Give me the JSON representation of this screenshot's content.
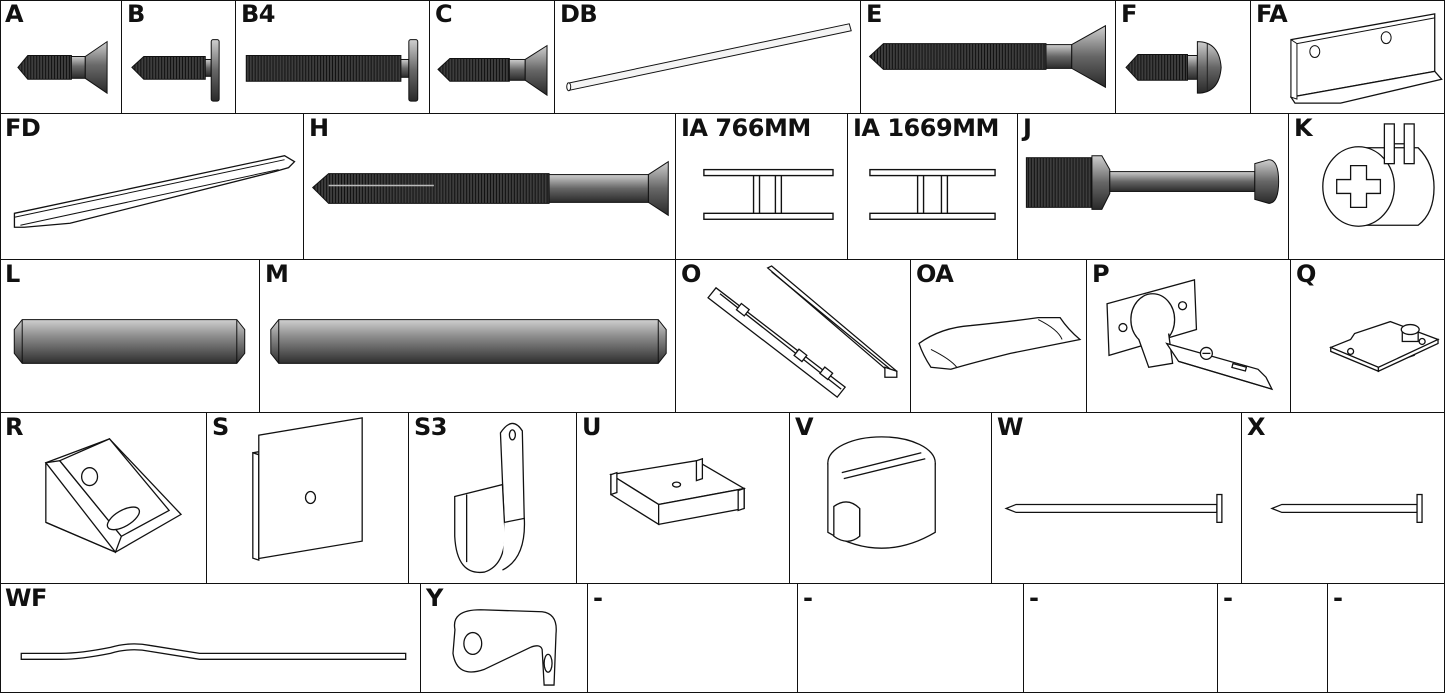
{
  "palette": {
    "line": "#111111",
    "metal_dark": "#3a3a3a",
    "metal_mid": "#7a7a7a",
    "metal_light": "#c4c4c4",
    "paper": "#ffffff"
  },
  "parts": [
    {
      "label": "A",
      "icon": "countersunk-screw-icon"
    },
    {
      "label": "B",
      "icon": "flange-screw-icon"
    },
    {
      "label": "B4",
      "icon": "long-flange-screw-icon"
    },
    {
      "label": "C",
      "icon": "countersunk-screw-icon"
    },
    {
      "label": "DB",
      "icon": "rod-icon"
    },
    {
      "label": "E",
      "icon": "long-countersunk-screw-icon"
    },
    {
      "label": "F",
      "icon": "pan-head-screw-icon"
    },
    {
      "label": "FA",
      "icon": "angle-bracket-icon"
    },
    {
      "label": "FD",
      "icon": "profile-handle-icon"
    },
    {
      "label": "H",
      "icon": "long-bolt-icon"
    },
    {
      "label": "IA 766MM",
      "icon": "i-profile-icon"
    },
    {
      "label": "IA 1669MM",
      "icon": "i-profile-icon"
    },
    {
      "label": "J",
      "icon": "connector-bolt-icon"
    },
    {
      "label": "K",
      "icon": "cam-lock-icon"
    },
    {
      "label": "L",
      "icon": "dowel-icon"
    },
    {
      "label": "M",
      "icon": "long-dowel-icon"
    },
    {
      "label": "O",
      "icon": "drawer-runner-icon"
    },
    {
      "label": "OA",
      "icon": "felt-pad-icon"
    },
    {
      "label": "P",
      "icon": "hinge-icon"
    },
    {
      "label": "Q",
      "icon": "mounting-plate-icon"
    },
    {
      "label": "R",
      "icon": "corner-block-icon"
    },
    {
      "label": "S",
      "icon": "square-plate-icon"
    },
    {
      "label": "S3",
      "icon": "rail-support-icon"
    },
    {
      "label": "U",
      "icon": "u-channel-icon"
    },
    {
      "label": "V",
      "icon": "cam-nut-icon"
    },
    {
      "label": "W",
      "icon": "nail-icon"
    },
    {
      "label": "X",
      "icon": "short-nail-icon"
    },
    {
      "label": "WF",
      "icon": "wire-icon"
    },
    {
      "label": "Y",
      "icon": "l-bracket-icon"
    },
    {
      "label": "-",
      "icon": ""
    },
    {
      "label": "-",
      "icon": ""
    },
    {
      "label": "-",
      "icon": ""
    },
    {
      "label": "-",
      "icon": ""
    },
    {
      "label": "-",
      "icon": ""
    }
  ]
}
